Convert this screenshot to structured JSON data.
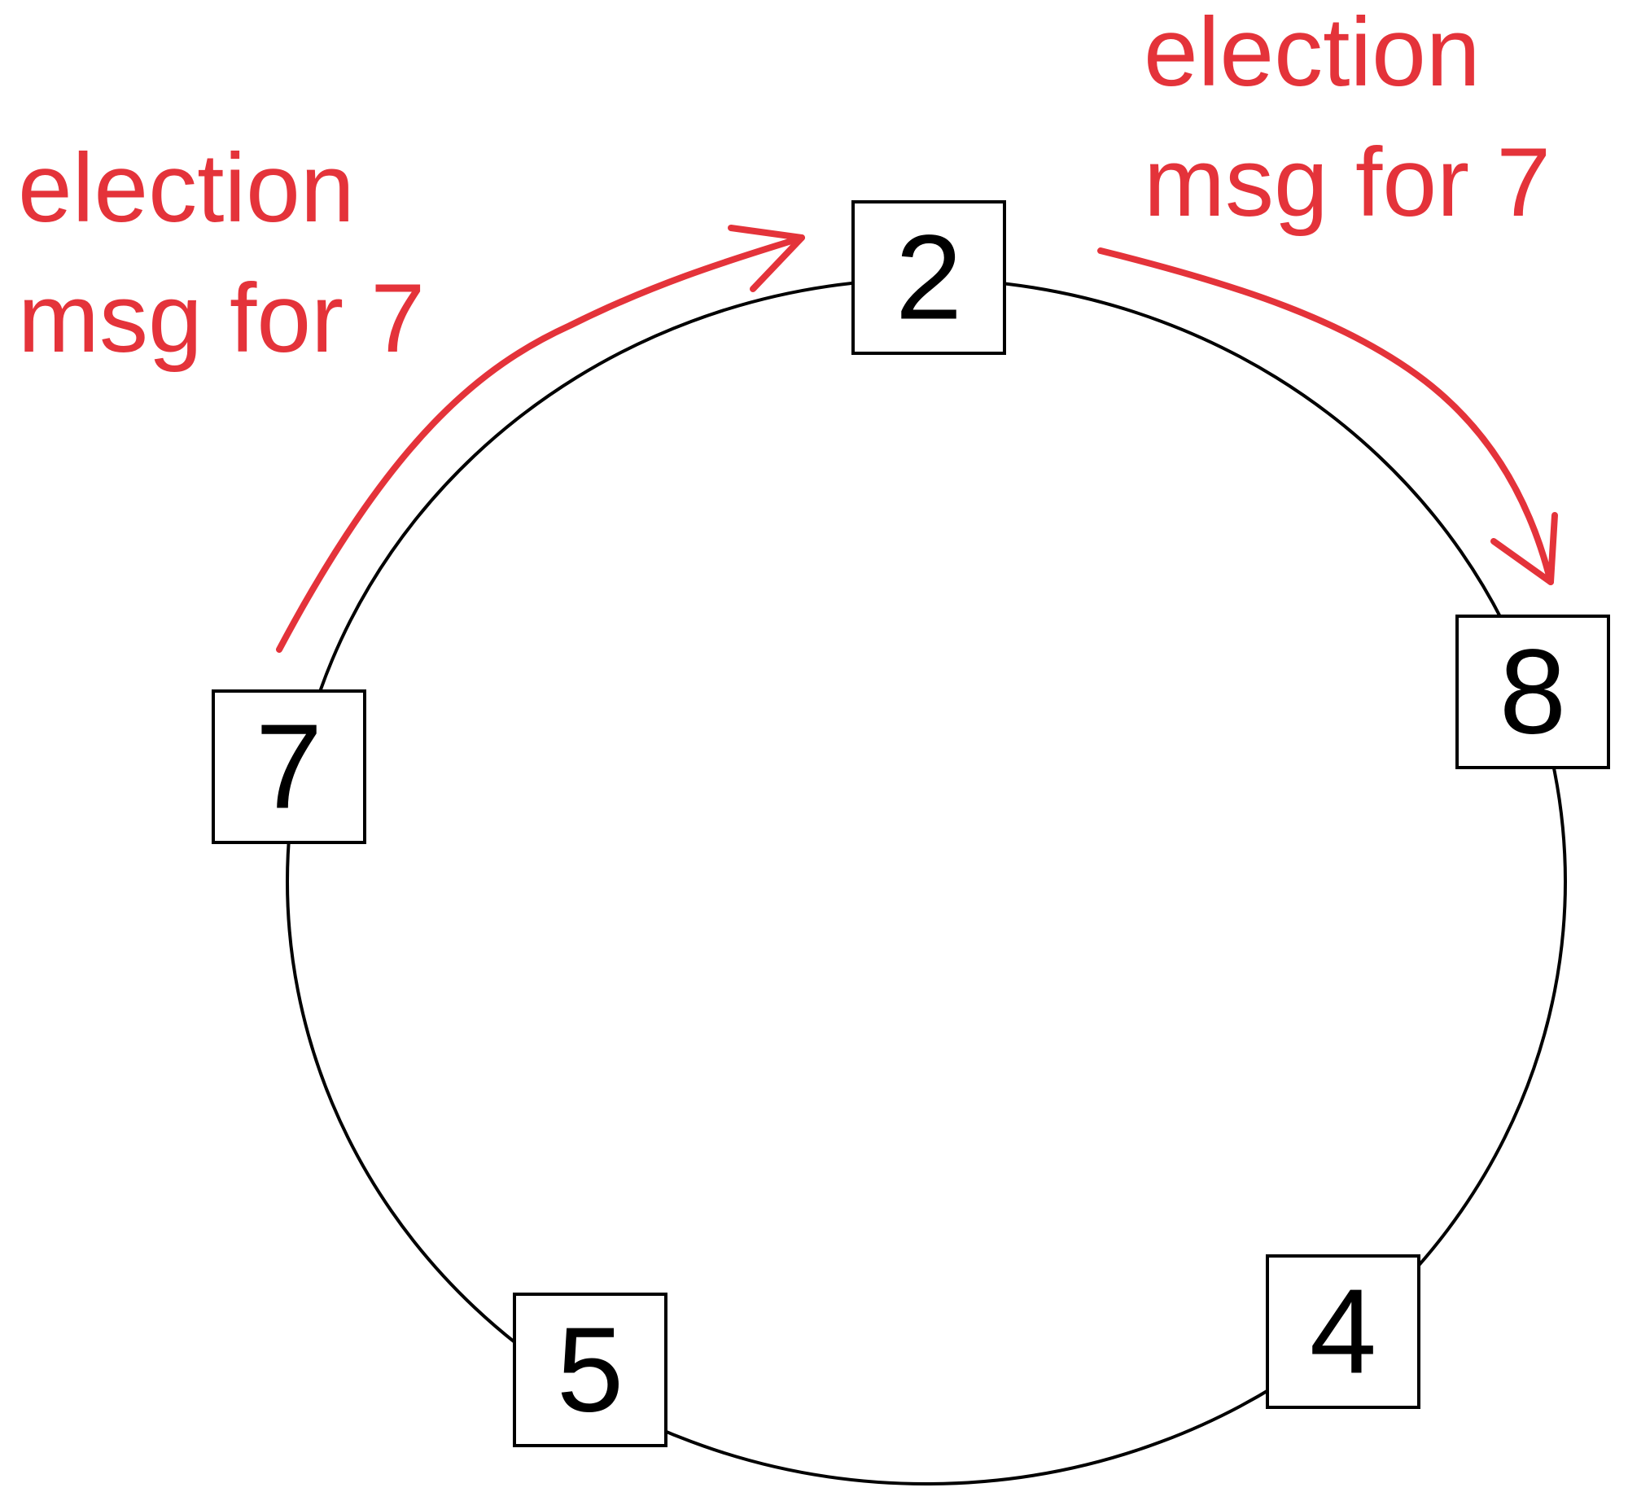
{
  "diagram": {
    "colors": {
      "ring": "#000000",
      "message": "#e4333a",
      "node_fill": "#ffffff"
    },
    "nodes": [
      {
        "id": "n2",
        "label": "2"
      },
      {
        "id": "n8",
        "label": "8"
      },
      {
        "id": "n4",
        "label": "4"
      },
      {
        "id": "n5",
        "label": "5"
      },
      {
        "id": "n7",
        "label": "7"
      }
    ],
    "messages": [
      {
        "line1": "election",
        "line2": "msg for 7",
        "from": "7",
        "to": "2"
      },
      {
        "line1": "election",
        "line2": "msg for 7",
        "from": "2",
        "to": "8"
      }
    ]
  }
}
